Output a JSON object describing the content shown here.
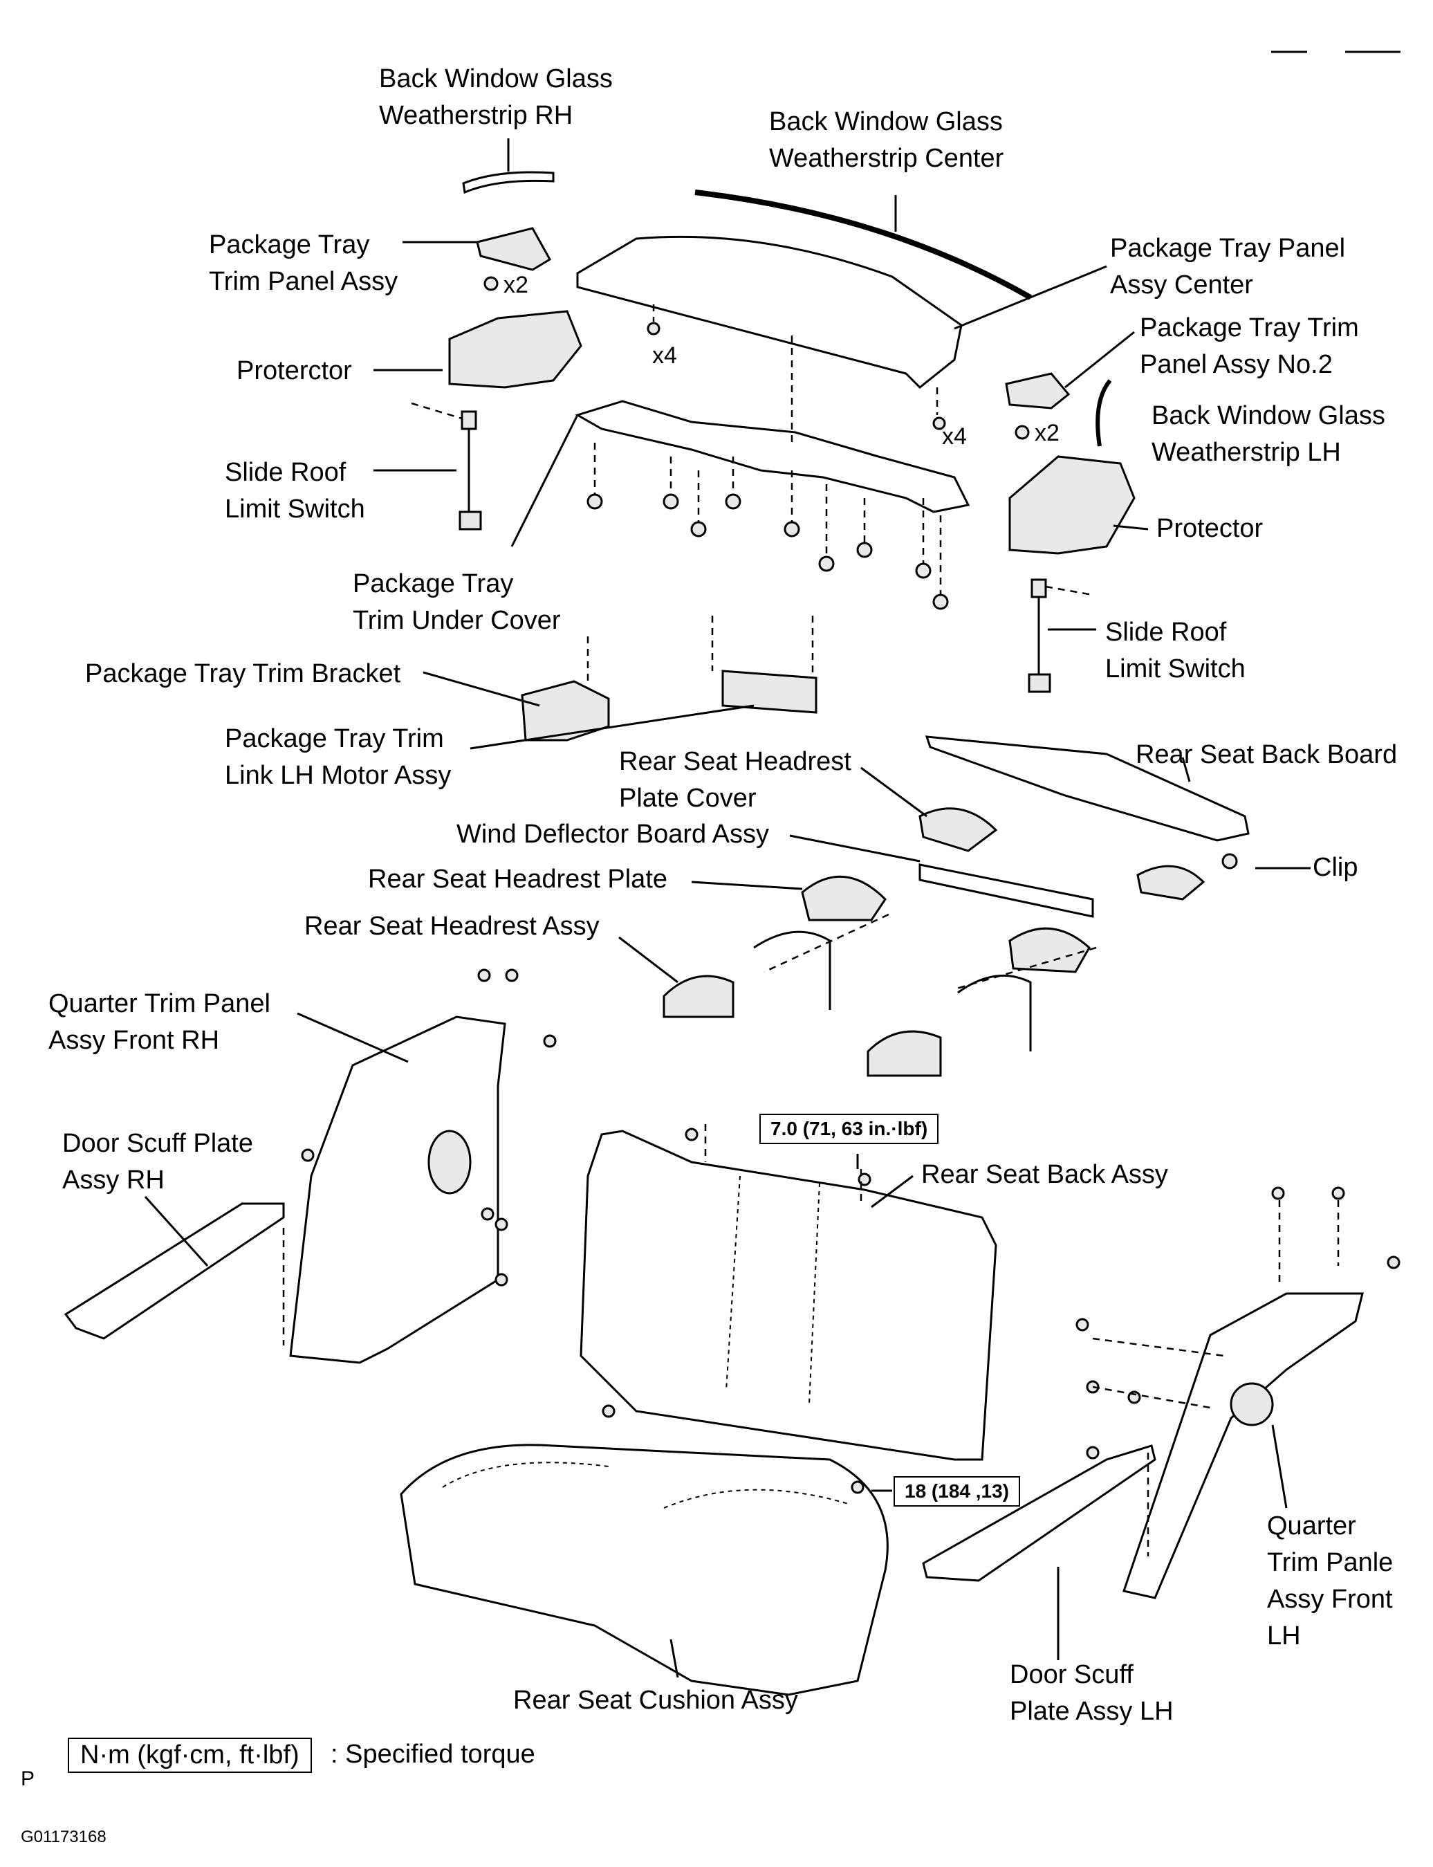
{
  "labels": {
    "bwg_rh": [
      "Back Window Glass",
      "Weatherstrip RH"
    ],
    "bwg_center": [
      "Back Window Glass",
      "Weatherstrip Center"
    ],
    "pkg_tray_trim_panel": [
      "Package Tray",
      "Trim Panel Assy"
    ],
    "pkg_tray_panel_center": [
      "Package Tray Panel",
      "Assy Center"
    ],
    "pkg_tray_trim_panel_no2": [
      "Package Tray Trim",
      "Panel Assy No.2"
    ],
    "protector_rh": "Proterctor",
    "bwg_lh": [
      "Back Window Glass",
      "Weatherstrip LH"
    ],
    "slide_roof_rh": [
      "Slide Roof",
      "Limit Switch"
    ],
    "protector_lh": "Protector",
    "pkg_tray_under_cover": [
      "Package Tray",
      "Trim Under Cover"
    ],
    "slide_roof_lh": [
      "Slide Roof",
      "Limit Switch"
    ],
    "pkg_tray_trim_bracket": "Package Tray Trim Bracket",
    "pkg_tray_link_motor": [
      "Package Tray Trim",
      "Link LH Motor Assy"
    ],
    "headrest_plate_cover": [
      "Rear Seat Headrest",
      "Plate Cover"
    ],
    "rear_seat_back_board": "Rear Seat Back Board",
    "wind_deflector": "Wind Deflector Board Assy",
    "clip": "Clip",
    "headrest_plate": "Rear Seat Headrest Plate",
    "headrest_assy": "Rear Seat Headrest Assy",
    "quarter_trim_rh": [
      "Quarter Trim Panel",
      "Assy Front RH"
    ],
    "door_scuff_rh": [
      "Door Scuff Plate",
      "Assy RH"
    ],
    "rear_seat_back": "Rear Seat Back Assy",
    "quarter_trim_lh": [
      "Quarter",
      "Trim Panle",
      "Assy Front",
      "LH"
    ],
    "door_scuff_lh": [
      "Door Scuff",
      "Plate Assy LH"
    ],
    "rear_seat_cushion": "Rear Seat Cushion Assy"
  },
  "quantities": {
    "x2_left": "x2",
    "x4_left": "x4",
    "x4_right": "x4",
    "x2_right": "x2"
  },
  "torque": {
    "upper": "7.0 (71, 63 in.·lbf)",
    "lower": "18 (184 ,13)"
  },
  "legend": {
    "box": "N·m (kgf·cm, ft·lbf)",
    "text": ": Specified torque"
  },
  "footer": {
    "letter": "P",
    "code": "G01173168"
  }
}
